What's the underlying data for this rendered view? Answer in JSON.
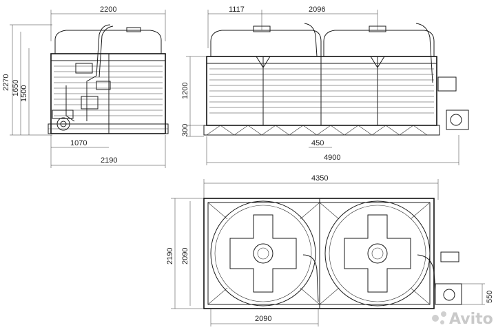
{
  "dimensions": {
    "front": {
      "overall_width": "2200",
      "height_total": "2270",
      "height_mid": "1650",
      "height_low": "1500",
      "pump_offset": "1070",
      "frame_width": "2190"
    },
    "side": {
      "tank_span_left": "1117",
      "tank_span_right": "2096",
      "frame_height": "1200",
      "base_height": "300",
      "gap": "450",
      "overall_length": "4900"
    },
    "top": {
      "overall_length": "4350",
      "overall_depth": "2190",
      "tank_diameter": "2090",
      "tank_span": "2090",
      "pump_block": "550"
    }
  },
  "watermark": {
    "text": "Avito"
  }
}
